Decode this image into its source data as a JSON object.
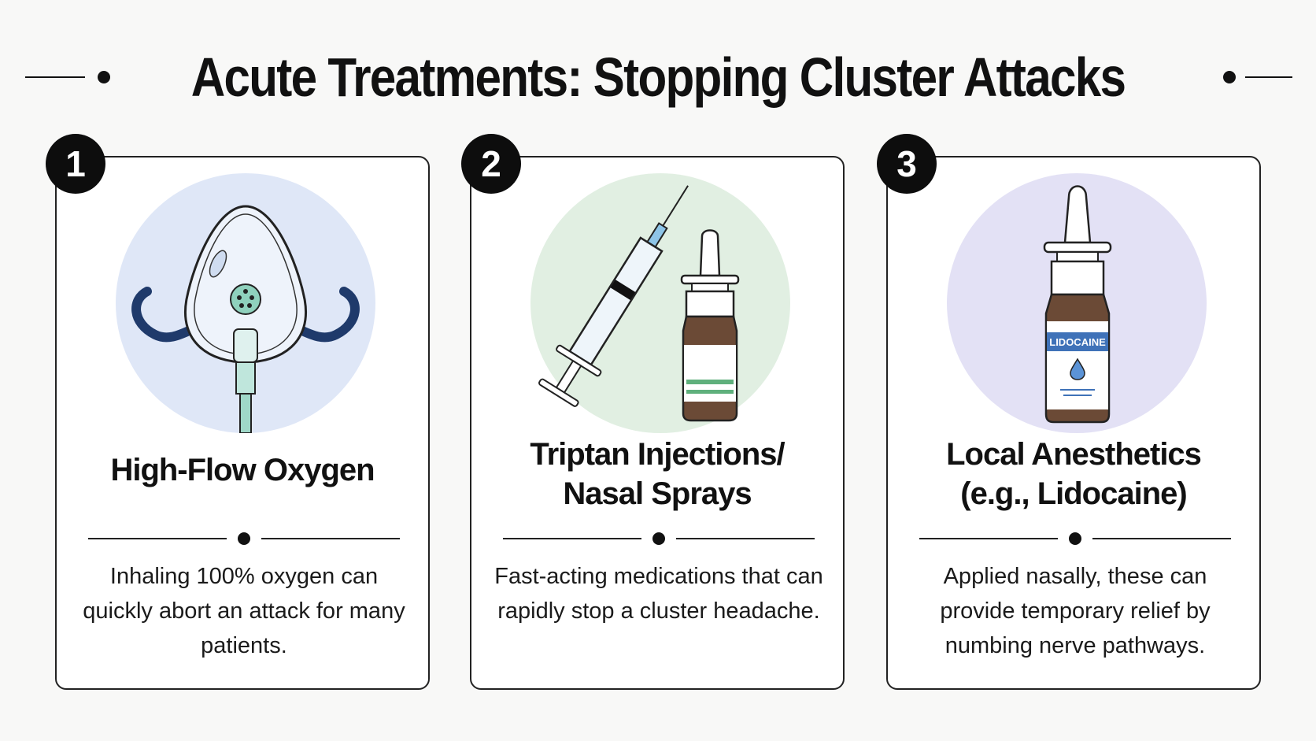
{
  "header": {
    "title": "Acute Treatments: Stopping Cluster Attacks"
  },
  "colors": {
    "background": "#f8f8f7",
    "text": "#111111",
    "card1_circle": "#dfe7f7",
    "card2_circle": "#e1efe2",
    "card3_circle": "#e3e1f5",
    "strap_navy": "#1f3a6b",
    "label_blue": "#3f72b8",
    "bottle_brown": "#6b4a36",
    "stripe_green": "#5fb07c"
  },
  "cards": [
    {
      "number": "1",
      "icon": "oxygen-mask-icon",
      "title_lines": [
        "High-Flow Oxygen"
      ],
      "description": "Inhaling 100% oxygen can quickly abort an attack for many patients."
    },
    {
      "number": "2",
      "icon": "syringe-and-nasal-spray-icon",
      "title_lines": [
        "Triptan Injections/",
        "Nasal Sprays"
      ],
      "description": "Fast-acting medications that can rapidly stop a cluster headache."
    },
    {
      "number": "3",
      "icon": "lidocaine-bottle-icon",
      "bottle_label": "LIDOCAINE",
      "title_lines": [
        "Local Anesthetics",
        "(e.g., Lidocaine)"
      ],
      "description": "Applied nasally, these can provide temporary relief by numbing nerve pathways."
    }
  ]
}
